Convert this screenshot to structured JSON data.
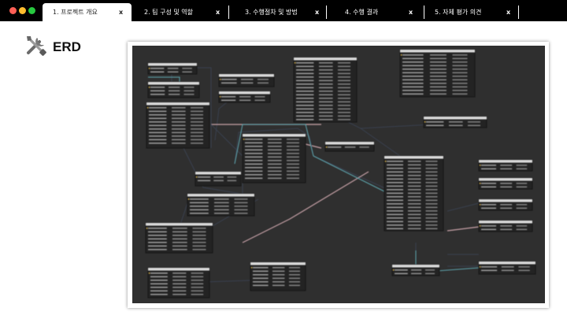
{
  "window": {
    "controls": {
      "close_color": "#ff5f56",
      "minimize_color": "#ffbd2e",
      "maximize_color": "#27c93f"
    }
  },
  "tabs": [
    {
      "label": "1. 프로젝트 개요",
      "close": "x",
      "active": true
    },
    {
      "label": "2. 팀 구성 및 역할",
      "close": "x",
      "active": false
    },
    {
      "label": "3. 수행절차 및 방법",
      "close": "x",
      "active": false
    },
    {
      "label": "4. 수행 결과",
      "close": "x",
      "active": false
    },
    {
      "label": "5. 자체 평가 의견",
      "close": "x",
      "active": false
    }
  ],
  "section": {
    "title": "ERD",
    "icon": "tools-icon"
  },
  "erd": {
    "background": "#2f2f2f",
    "header_color": "#d9d9d9",
    "link_colors": {
      "dark": "#3a4150",
      "pink": "#c9a3a9",
      "teal": "#5fa8b1"
    }
  }
}
